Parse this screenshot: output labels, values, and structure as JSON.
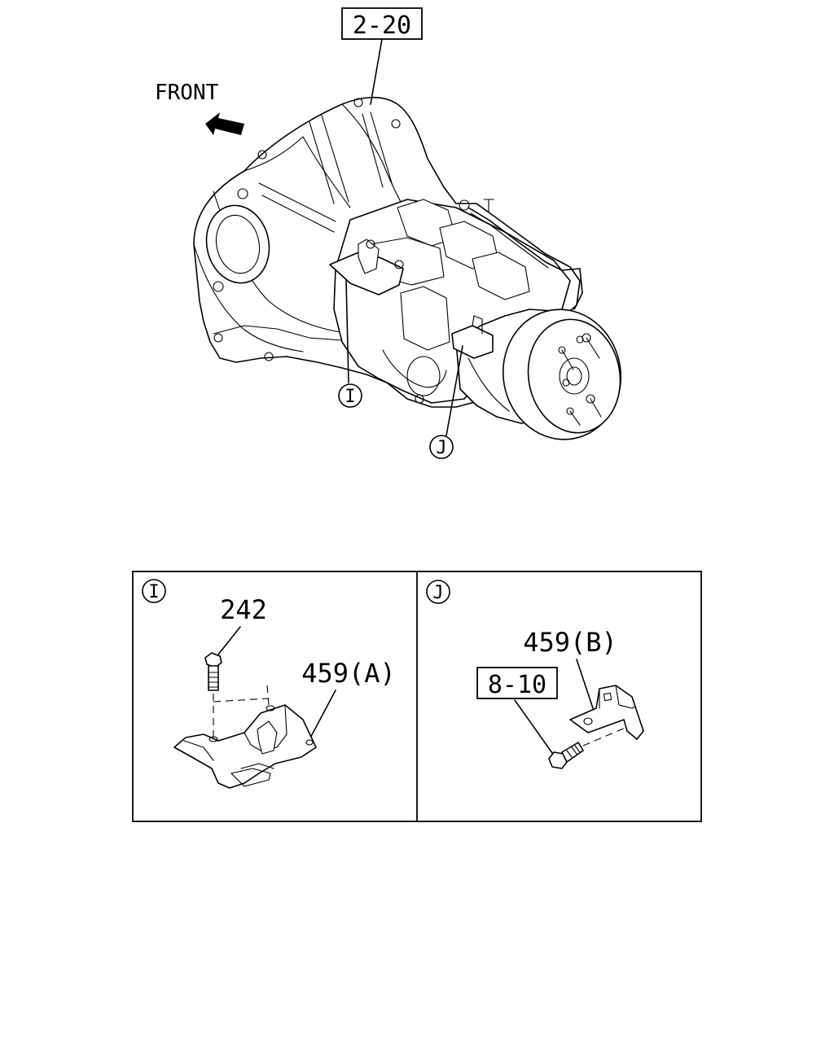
{
  "diagram": {
    "front_label": "FRONT",
    "ref_2_20": "2-20",
    "callout_i": "I",
    "callout_j": "J",
    "panels": {
      "left": {
        "circle": "I",
        "part_242": "242",
        "part_459a": "459(A)"
      },
      "right": {
        "circle": "J",
        "part_459b": "459(B)",
        "ref_8_10": "8-10"
      }
    }
  }
}
